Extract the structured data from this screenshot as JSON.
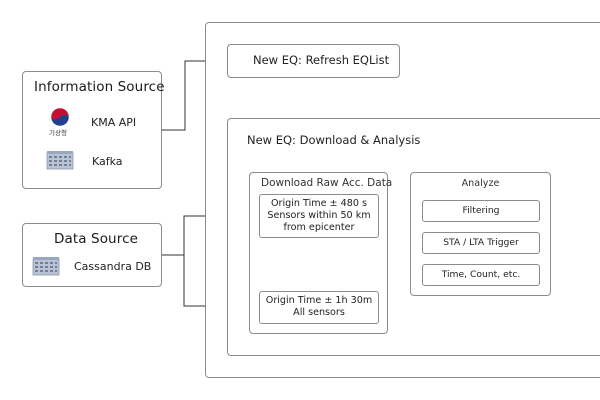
{
  "information_source": {
    "title": "Information Source",
    "items": [
      {
        "label": "KMA API",
        "icon": "kma-logo-icon",
        "logo_caption": "기상청"
      },
      {
        "label": "Kafka",
        "icon": "server-building-icon"
      }
    ]
  },
  "data_source": {
    "title": "Data Source",
    "items": [
      {
        "label": "Cassandra DB",
        "icon": "database-building-icon"
      }
    ]
  },
  "refresh": {
    "title": "New EQ: Refresh EQList"
  },
  "analysis": {
    "title": "New EQ: Download & Analysis",
    "download": {
      "title": "Download Raw Acc. Data",
      "query_near": {
        "lines": [
          "Origin Time ± 480 s",
          "Sensors within 50 km",
          "from epicenter"
        ]
      },
      "query_all": {
        "lines": [
          "Origin Time ± 1h 30m",
          "All sensors"
        ]
      }
    },
    "analyze": {
      "title": "Analyze",
      "steps": [
        "Filtering",
        "STA / LTA Trigger",
        "Time, Count, etc."
      ]
    }
  },
  "colors": {
    "border": "#8c8c8c",
    "arrow": "#333333",
    "kma_red": "#c8102e",
    "kma_blue": "#1f3f8f"
  }
}
